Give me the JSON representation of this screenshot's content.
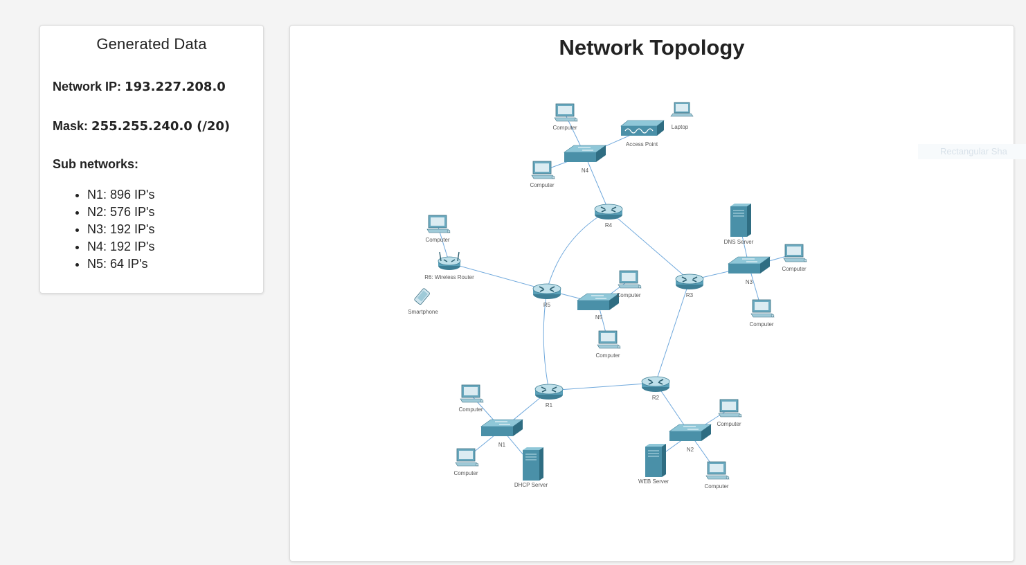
{
  "left_panel": {
    "title": "Generated Data",
    "network_ip_label": "Network IP:",
    "network_ip_value": "193.227.208.0",
    "mask_label": "Mask:",
    "mask_value": "255.255.240.0 (/20)",
    "subnets_label": "Sub networks:",
    "subnets": [
      "N1: 896 IP's",
      "N2: 576 IP's",
      "N3: 192 IP's",
      "N4: 192 IP's",
      "N5: 64 IP's"
    ]
  },
  "right_panel": {
    "title": "Network Topology",
    "ghost_label": "Rectangular Sha"
  },
  "topology": {
    "link_color": "#6fa8dc",
    "device_color": "#4a90a8",
    "nodes": [
      {
        "id": "R1",
        "type": "router",
        "label": "R1"
      },
      {
        "id": "R2",
        "type": "router",
        "label": "R2"
      },
      {
        "id": "R3",
        "type": "router",
        "label": "R3"
      },
      {
        "id": "R4",
        "type": "router",
        "label": "R4"
      },
      {
        "id": "R5",
        "type": "router",
        "label": "R5"
      },
      {
        "id": "R6",
        "type": "wireless-router",
        "label": "R6: Wireless Router"
      },
      {
        "id": "N1",
        "type": "switch",
        "label": "N1"
      },
      {
        "id": "N2",
        "type": "switch",
        "label": "N2"
      },
      {
        "id": "N3",
        "type": "switch",
        "label": "N3"
      },
      {
        "id": "N4",
        "type": "switch",
        "label": "N4"
      },
      {
        "id": "N5",
        "type": "switch",
        "label": "N5"
      },
      {
        "id": "AP",
        "type": "access-point",
        "label": "Access Point"
      },
      {
        "id": "LAP",
        "type": "laptop",
        "label": "Laptop"
      },
      {
        "id": "C4a",
        "type": "computer",
        "label": "Computer"
      },
      {
        "id": "C4b",
        "type": "computer",
        "label": "Computer"
      },
      {
        "id": "C6",
        "type": "computer",
        "label": "Computer"
      },
      {
        "id": "PH",
        "type": "smartphone",
        "label": "Smartphone"
      },
      {
        "id": "C5a",
        "type": "computer",
        "label": "Computer"
      },
      {
        "id": "C5b",
        "type": "computer",
        "label": "Computer"
      },
      {
        "id": "DNS",
        "type": "server",
        "label": "DNS Server"
      },
      {
        "id": "C3a",
        "type": "computer",
        "label": "Computer"
      },
      {
        "id": "C3b",
        "type": "computer",
        "label": "Computer"
      },
      {
        "id": "C1a",
        "type": "computer",
        "label": "Computer"
      },
      {
        "id": "C1b",
        "type": "computer",
        "label": "Computer"
      },
      {
        "id": "DHCP",
        "type": "server",
        "label": "DHCP Server"
      },
      {
        "id": "C2a",
        "type": "computer",
        "label": "Computer"
      },
      {
        "id": "C2b",
        "type": "computer",
        "label": "Computer"
      },
      {
        "id": "WEB",
        "type": "server",
        "label": "WEB Server"
      }
    ],
    "links": [
      [
        "R1",
        "R2"
      ],
      [
        "R2",
        "R3"
      ],
      [
        "R3",
        "R4"
      ],
      [
        "R4",
        "R5"
      ],
      [
        "R5",
        "R1"
      ],
      [
        "R4",
        "N4"
      ],
      [
        "N4",
        "C4a"
      ],
      [
        "N4",
        "C4b"
      ],
      [
        "N4",
        "AP"
      ],
      [
        "R5",
        "R6"
      ],
      [
        "R6",
        "C6"
      ],
      [
        "R5",
        "N5"
      ],
      [
        "N5",
        "C5a"
      ],
      [
        "N5",
        "C5b"
      ],
      [
        "R3",
        "N3"
      ],
      [
        "N3",
        "DNS"
      ],
      [
        "N3",
        "C3a"
      ],
      [
        "N3",
        "C3b"
      ],
      [
        "R1",
        "N1"
      ],
      [
        "N1",
        "C1a"
      ],
      [
        "N1",
        "C1b"
      ],
      [
        "N1",
        "DHCP"
      ],
      [
        "R2",
        "N2"
      ],
      [
        "N2",
        "C2a"
      ],
      [
        "N2",
        "C2b"
      ],
      [
        "N2",
        "WEB"
      ]
    ]
  }
}
